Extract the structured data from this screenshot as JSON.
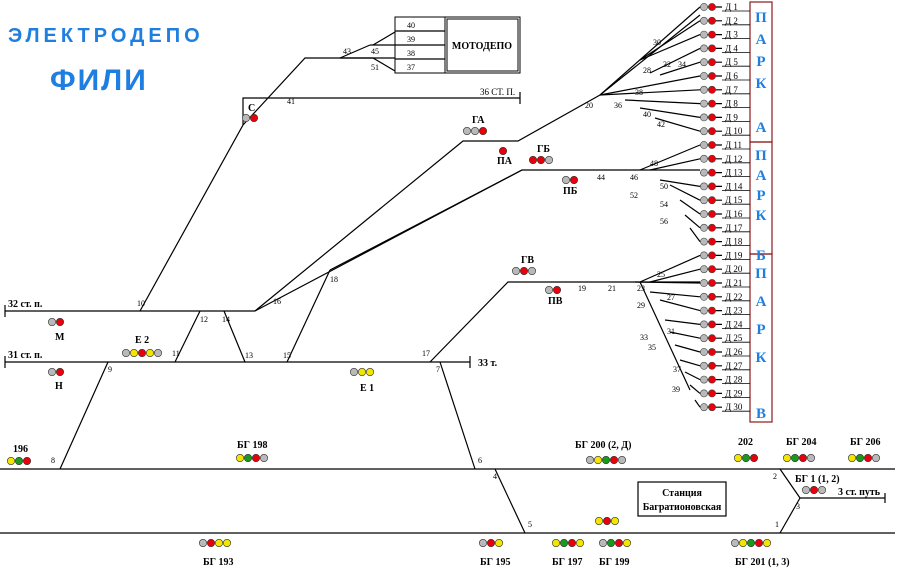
{
  "title": {
    "line1": "ЭЛЕКТРОДЕПО",
    "line2": "ФИЛИ"
  },
  "motodepot": {
    "label": "МОТОДЕПО",
    "rows": [
      "40",
      "39",
      "38",
      "37"
    ]
  },
  "station_label": [
    "Станция",
    "Багратионовская"
  ],
  "parks": [
    {
      "letters": [
        "П",
        "А",
        "Р",
        "К",
        "",
        "А"
      ]
    },
    {
      "letters": [
        "П",
        "А",
        "Р",
        "К",
        "",
        "Б"
      ]
    },
    {
      "letters": [
        "П",
        "А",
        "Р",
        "К",
        "",
        "В"
      ]
    }
  ],
  "depot_tracks": [
    "Д 1",
    "Д 2",
    "Д 3",
    "Д 4",
    "Д 5",
    "Д 6",
    "Д 7",
    "Д 8",
    "Д 9",
    "Д 10",
    "Д 11",
    "Д 12",
    "Д 13",
    "Д 14",
    "Д 15",
    "Д 16",
    "Д 17",
    "Д 18",
    "Д 19",
    "Д 20",
    "Д 21",
    "Д 22",
    "Д 23",
    "Д 24",
    "Д 25",
    "Д 26",
    "Д 27",
    "Д 28",
    "Д 29",
    "Д 30"
  ],
  "track_labels": {
    "t32": "32 ст. п.",
    "t31": "31 ст. п.",
    "t33": "33 т.",
    "t36": "36 СТ. П.",
    "t3": "3 ст. путь"
  },
  "signal_labels": {
    "C": "С",
    "GA": "ГА",
    "PA": "ПА",
    "GB": "ГБ",
    "PB": "ПБ",
    "GV": "ГВ",
    "PV": "ПВ",
    "M": "М",
    "N": "Н",
    "E2": "Е 2",
    "E1": "Е 1",
    "s196": "196",
    "BG198": "БГ 198",
    "BG200": "БГ 200 (2, Д)",
    "s202": "202",
    "BG204": "БГ 204",
    "BG206": "БГ 206",
    "BG1": "БГ 1 (1, 2)",
    "BG193": "БГ 193",
    "BG195": "БГ 195",
    "BG197": "БГ 197",
    "BG199": "БГ 199",
    "BG201": "БГ 201 (1, 3)"
  },
  "switch_numbers": [
    "43",
    "45",
    "51",
    "41",
    "30",
    "28",
    "32",
    "34",
    "38",
    "20",
    "36",
    "40",
    "42",
    "48",
    "44",
    "46",
    "50",
    "52",
    "54",
    "56",
    "25",
    "19",
    "21",
    "23",
    "27",
    "29",
    "31",
    "33",
    "35",
    "37",
    "39",
    "10",
    "16",
    "18",
    "12",
    "14",
    "11",
    "13",
    "15",
    "17",
    "9",
    "7",
    "8",
    "6",
    "4",
    "5",
    "2",
    "1",
    "3"
  ],
  "colors": {
    "accent": "#1e7fe0",
    "red": "#e8000b",
    "yellow": "#f2e600",
    "green": "#1a9a1a",
    "grey": "#b9b9b9"
  }
}
